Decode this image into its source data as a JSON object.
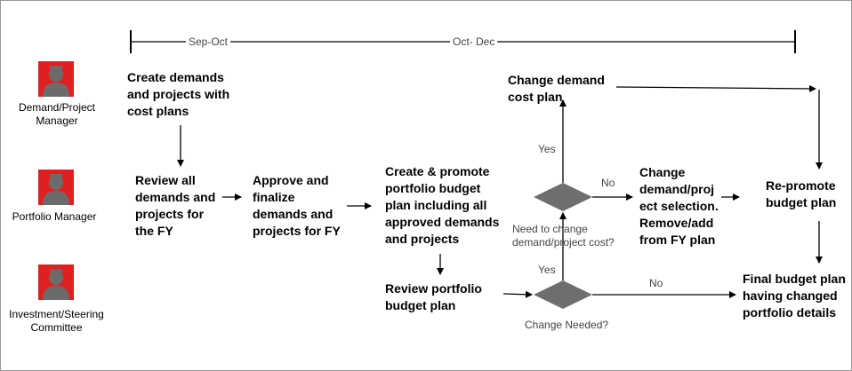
{
  "colors": {
    "avatar_bg": "#e02020",
    "avatar_figure": "#6b6b6b",
    "decision_fill": "#6e6e6e",
    "line": "#000000",
    "label_text": "#444444"
  },
  "timeline": {
    "segment1": "Sep-Oct",
    "segment2": "Oct- Dec"
  },
  "roles": [
    {
      "lines": [
        "Demand/Project",
        "Manager"
      ],
      "icon": "person-avatar-icon"
    },
    {
      "lines": [
        "Portfolio Manager"
      ],
      "icon": "person-avatar-icon"
    },
    {
      "lines": [
        "Investment/Steering",
        "Committee"
      ],
      "icon": "person-avatar-icon"
    }
  ],
  "steps": {
    "create_demands": [
      "Create demands",
      "and projects with",
      "cost plans"
    ],
    "review_demands": [
      "Review all",
      "demands and",
      "projects for",
      "the FY"
    ],
    "approve_finalize": [
      "Approve and",
      "finalize",
      "demands and",
      "projects for FY"
    ],
    "create_promote": [
      "Create & promote",
      "portfolio budget",
      "plan including all",
      "approved demands",
      "and projects"
    ],
    "review_portfolio": [
      "Review portfolio",
      "budget plan"
    ],
    "change_cost_plan": [
      "Change demand",
      "cost plan"
    ],
    "change_selection": [
      "Change",
      "demand/proj",
      "ect selection.",
      "Remove/add",
      "from FY plan"
    ],
    "repromote": [
      "Re-promote",
      "budget plan"
    ],
    "final_budget": [
      "Final budget plan",
      "having changed",
      "portfolio details"
    ]
  },
  "decisions": {
    "cost_change": [
      "Need to change",
      "demand/project cost?"
    ],
    "change_needed": [
      "Change Needed?"
    ]
  },
  "edge_labels": {
    "yes_upper": "Yes",
    "no_upper": "No",
    "yes_lower": "Yes",
    "no_lower": "No"
  }
}
